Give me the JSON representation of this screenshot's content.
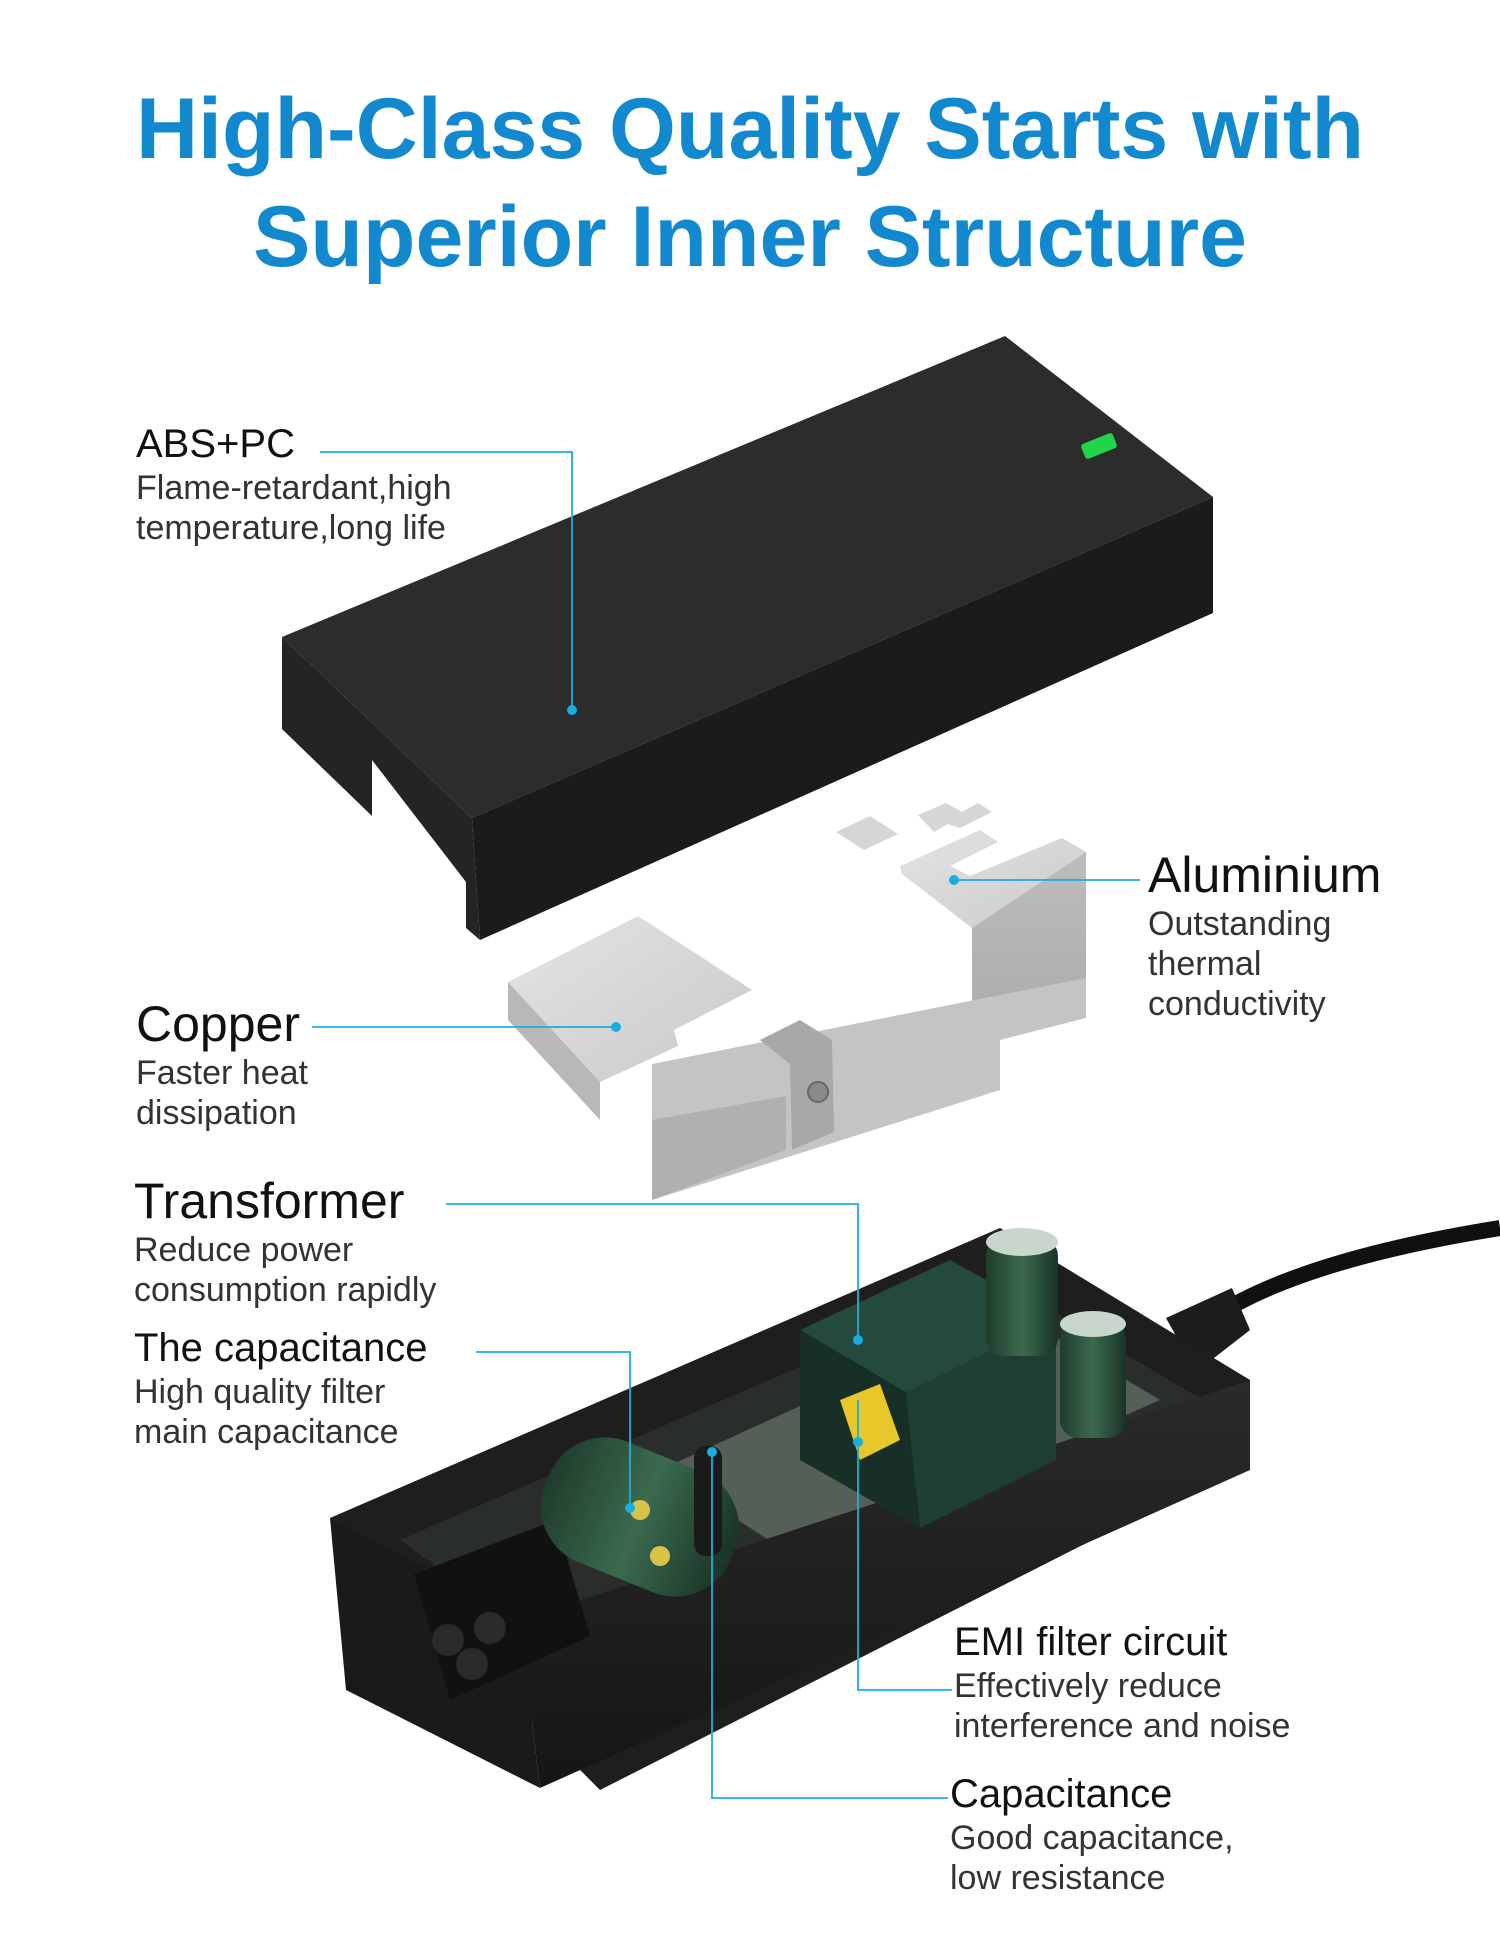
{
  "headline": {
    "line1": "High-Class Quality Starts with",
    "line2": "Superior Inner Structure",
    "color": "#1289cf"
  },
  "callout_line_color": "#1aaee0",
  "parts": {
    "abs_pc": {
      "title": "ABS+PC",
      "desc1": "Flame-retardant,high",
      "desc2": "temperature,long life"
    },
    "aluminium": {
      "title": "Aluminium",
      "desc1": "Outstanding",
      "desc2": "thermal",
      "desc3": "conductivity"
    },
    "copper": {
      "title": "Copper",
      "desc1": "Faster heat",
      "desc2": "dissipation"
    },
    "transformer": {
      "title": "Transformer",
      "desc1": "Reduce power",
      "desc2": "consumption rapidly"
    },
    "the_capacitance": {
      "title": "The capacitance",
      "desc1": "High quality filter",
      "desc2": "main capacitance"
    },
    "emi_filter": {
      "title": "EMI filter circuit",
      "desc1": "Effectively reduce",
      "desc2": "interference and noise"
    },
    "capacitance": {
      "title": "Capacitance",
      "desc1": "Good capacitance,",
      "desc2": "low resistance"
    }
  }
}
